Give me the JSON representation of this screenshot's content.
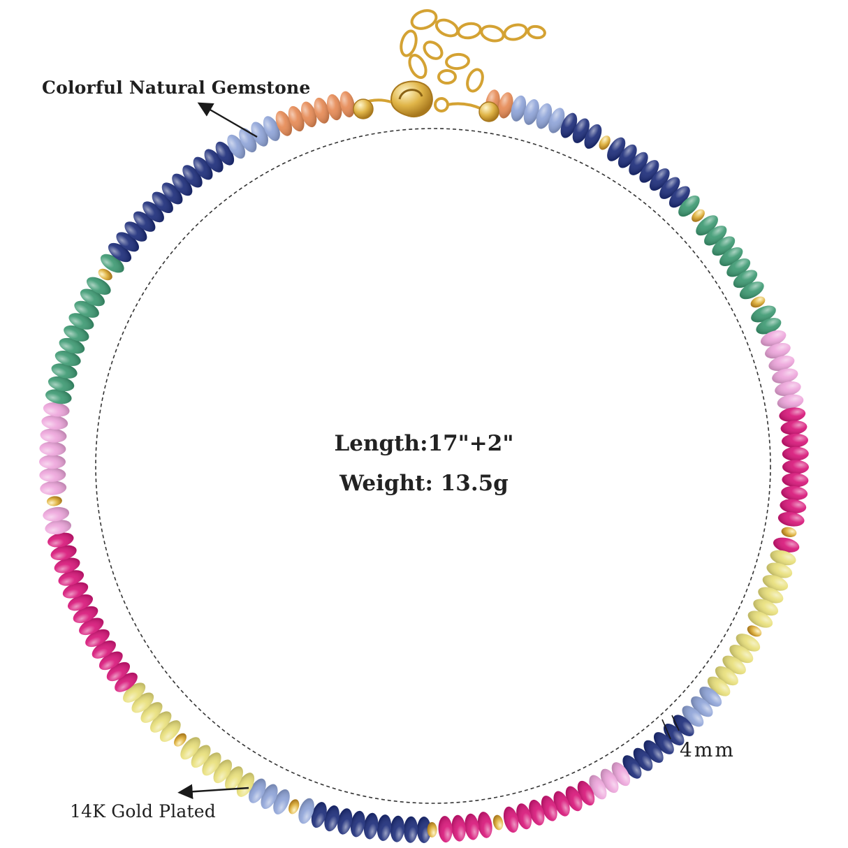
{
  "annotations": {
    "gemstone_label": "Colorful Natural Gemstone",
    "gold_label": "14K Gold Plated",
    "bead_size_label": "4mm"
  },
  "specs": {
    "length": "Length:17\"+2\"",
    "weight": "Weight: 13.5g"
  },
  "colors": {
    "orange": "#e68a55",
    "light_blue": "#8fa4d8",
    "navy": "#1d2d7a",
    "green": "#3e9a73",
    "light_green": "#8ccdaf",
    "pink": "#eea6dc",
    "magenta": "#d8177a",
    "yellow": "#e9e07b",
    "gold": "#d9a83c",
    "dashed_guide": "#333333"
  },
  "icons": {
    "clasp": "lobster-clasp-icon",
    "extender": "extender-chain-icon",
    "arrow": "pointer-arrow-icon"
  }
}
